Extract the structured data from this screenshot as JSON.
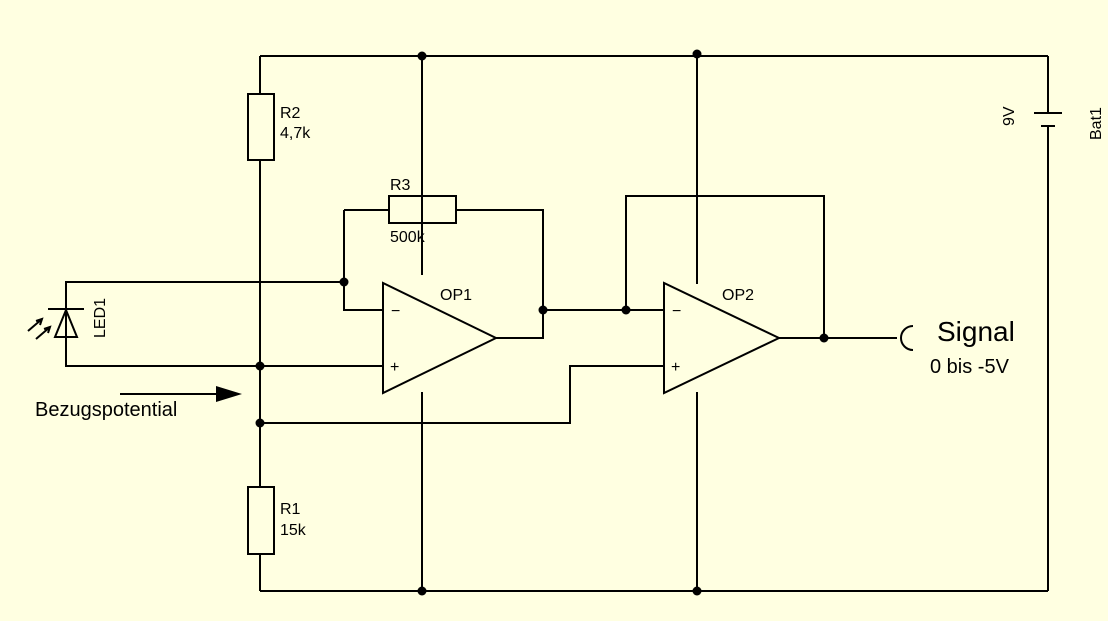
{
  "background": "#ffffe1",
  "wire_color": "#000000",
  "components": {
    "r2": {
      "ref": "R2",
      "value": "4,7k"
    },
    "r3": {
      "ref": "R3",
      "value": "500k"
    },
    "r1": {
      "ref": "R1",
      "value": "15k"
    },
    "led1": {
      "ref": "LED1"
    },
    "op1": {
      "ref": "OP1",
      "minus": "−",
      "plus": "+"
    },
    "op2": {
      "ref": "OP2",
      "minus": "−",
      "plus": "+"
    },
    "bat1": {
      "ref": "Bat1",
      "value": "9V"
    }
  },
  "labels": {
    "reference": "Bezugspotential",
    "signal": "Signal",
    "signal_range": "0 bis -5V"
  }
}
